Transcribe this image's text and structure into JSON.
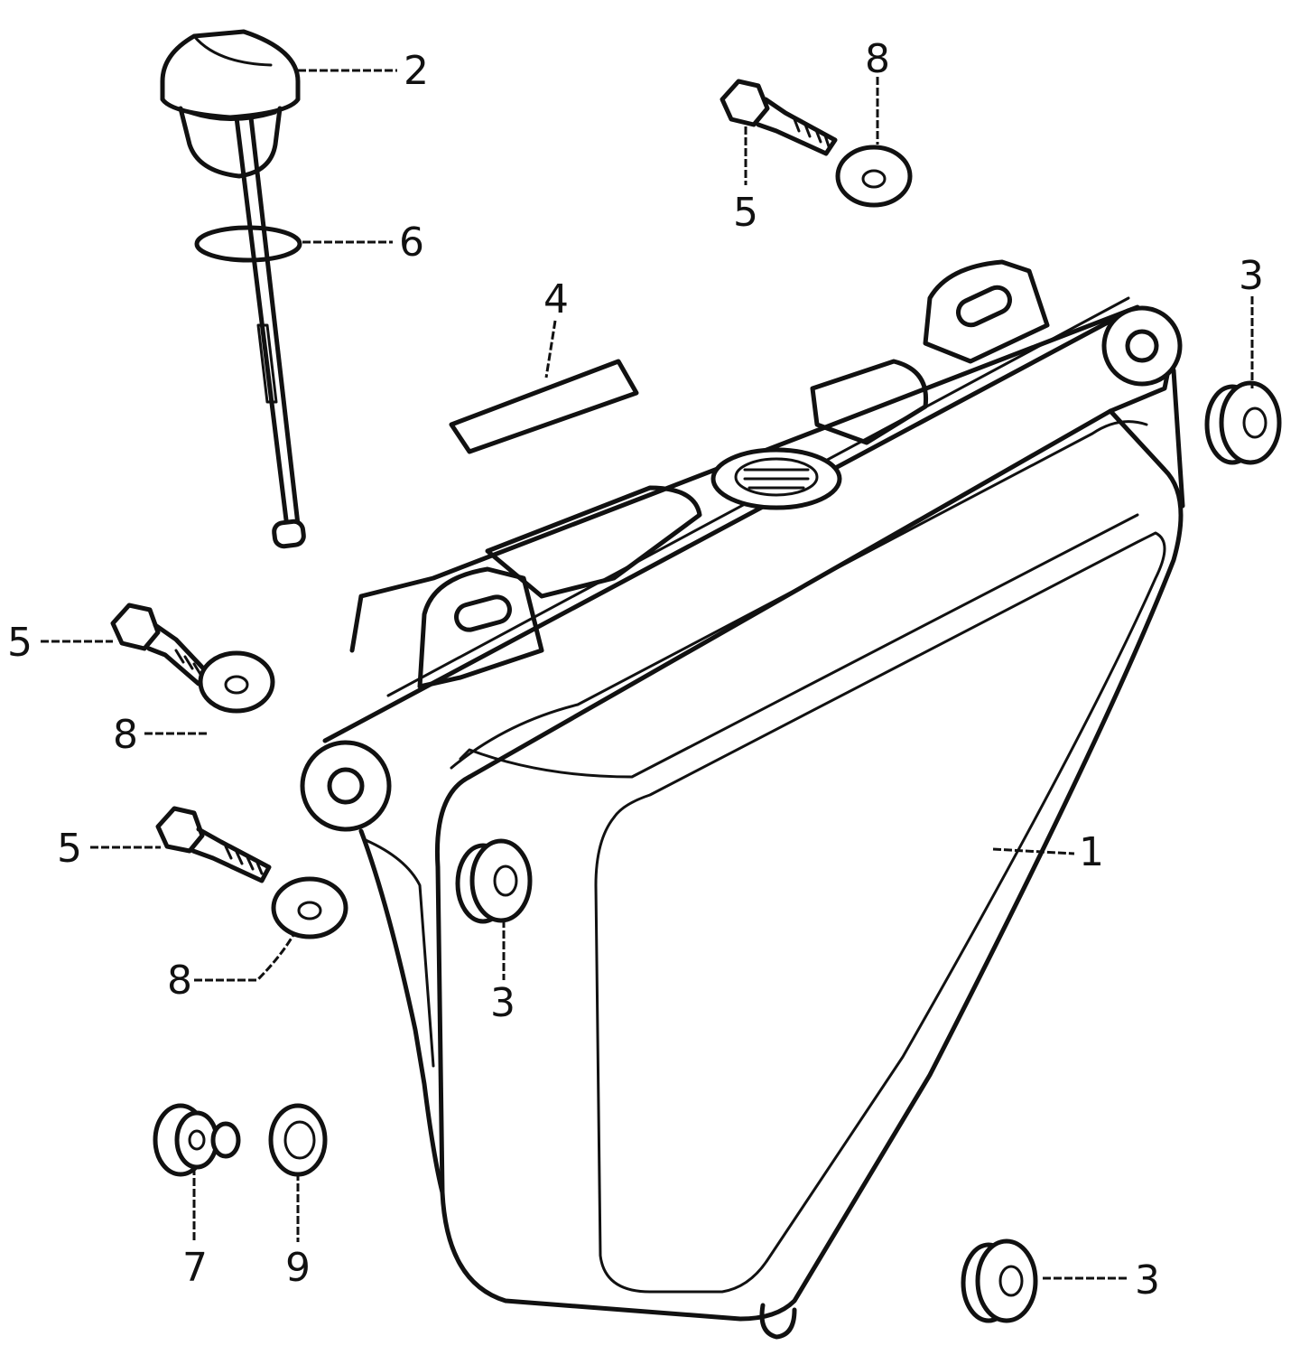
{
  "callouts": [
    {
      "id": "c1",
      "part": "1"
    },
    {
      "id": "c2",
      "part": "2"
    },
    {
      "id": "c3a",
      "part": "3"
    },
    {
      "id": "c3b",
      "part": "3"
    },
    {
      "id": "c3c",
      "part": "3"
    },
    {
      "id": "c4",
      "part": "4"
    },
    {
      "id": "c5a",
      "part": "5"
    },
    {
      "id": "c5b",
      "part": "5"
    },
    {
      "id": "c5c",
      "part": "5"
    },
    {
      "id": "c6",
      "part": "6"
    },
    {
      "id": "c7",
      "part": "7"
    },
    {
      "id": "c8a",
      "part": "8"
    },
    {
      "id": "c8b",
      "part": "8"
    },
    {
      "id": "c8c",
      "part": "8"
    },
    {
      "id": "c9",
      "part": "9"
    }
  ]
}
